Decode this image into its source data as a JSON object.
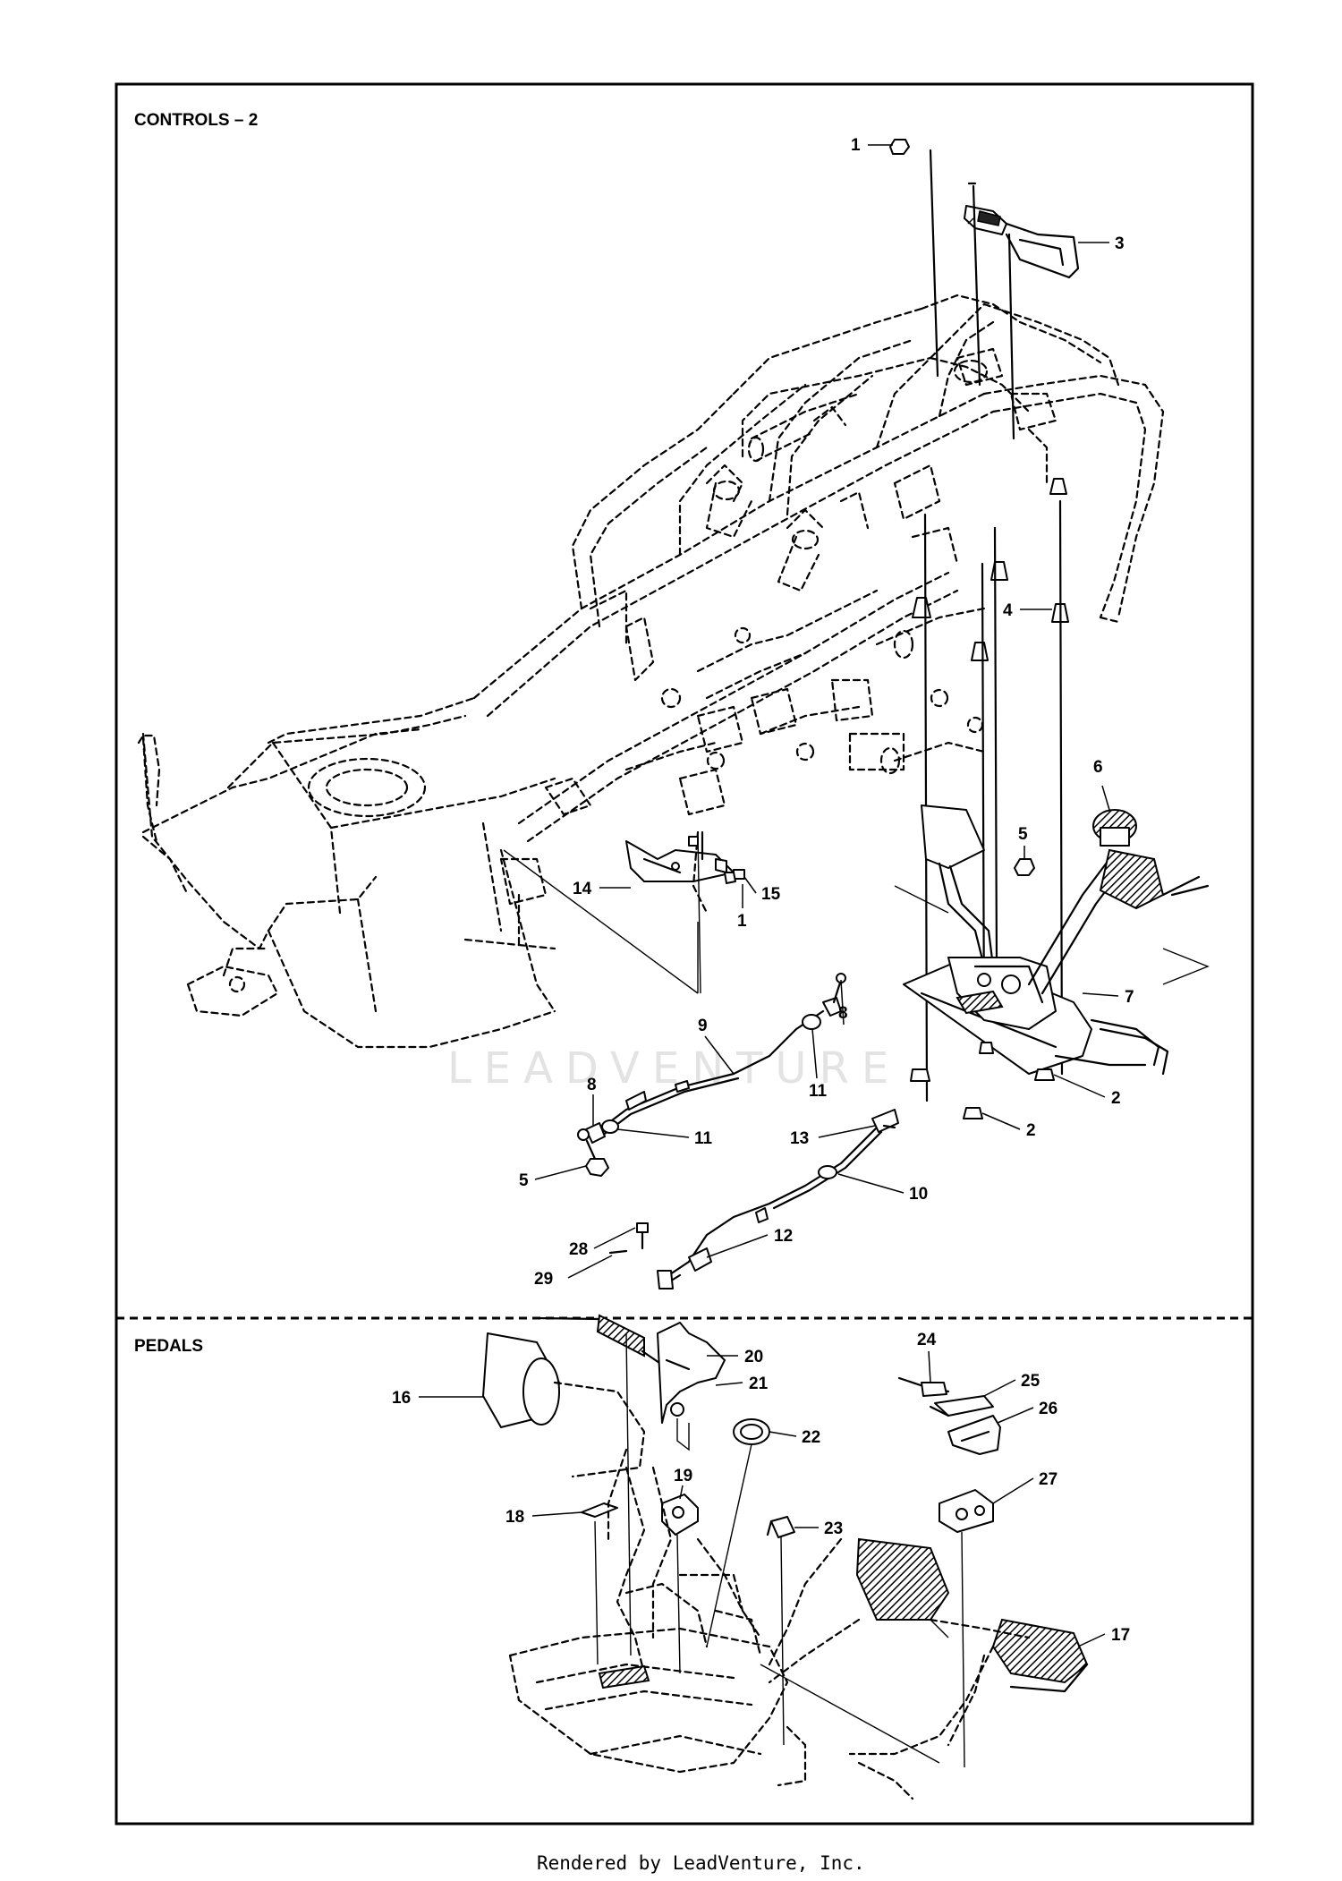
{
  "sections": {
    "controls_title": "CONTROLS – 2",
    "pedals_title": "PEDALS"
  },
  "watermark": "LEADVENTURE",
  "footer": "Rendered by LeadVenture, Inc.",
  "callouts": [
    "1",
    "3",
    "4",
    "6",
    "5",
    "14",
    "15",
    "1",
    "8",
    "9",
    "11",
    "7",
    "8",
    "11",
    "2",
    "2",
    "13",
    "5",
    "10",
    "28",
    "12",
    "29",
    "20",
    "21",
    "16",
    "22",
    "19",
    "18",
    "23",
    "24",
    "25",
    "26",
    "27",
    "17"
  ]
}
